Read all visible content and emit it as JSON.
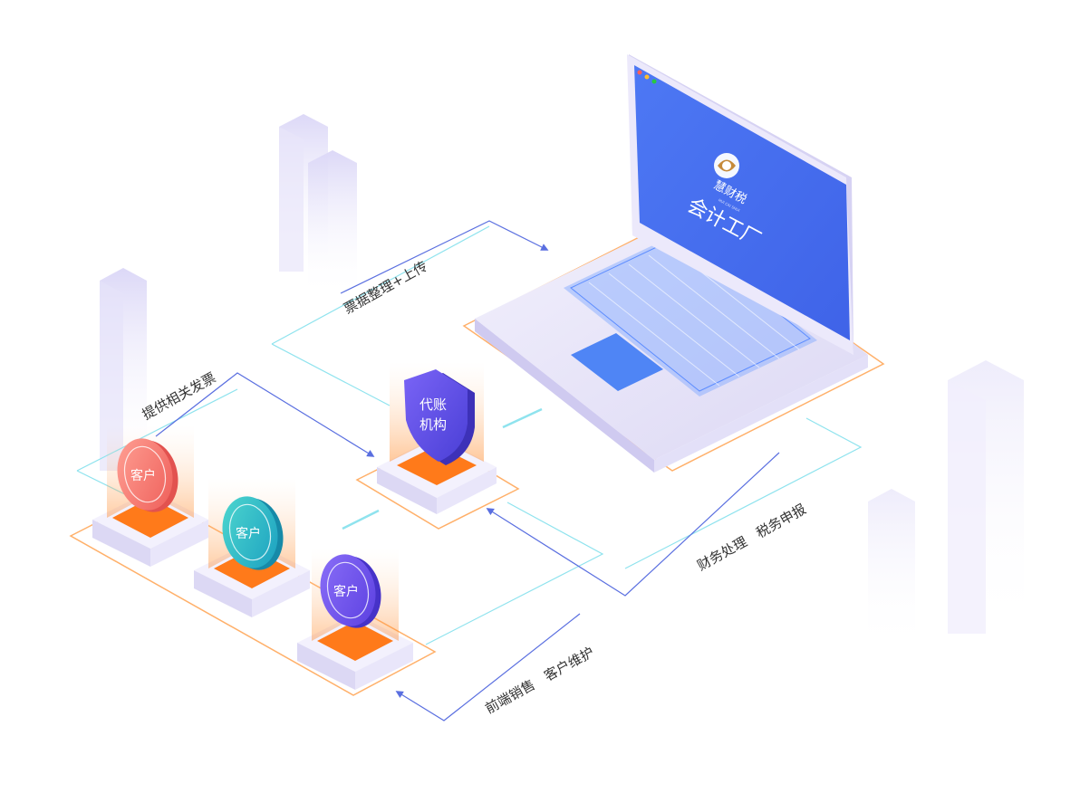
{
  "screen": {
    "app_name": "慧财税",
    "sub_logo_text": "HUI CAI SHUI",
    "title": "会计工厂"
  },
  "agency": {
    "label_line1": "代账",
    "label_line2": "机构"
  },
  "clients": [
    {
      "label": "客户",
      "color": "coral"
    },
    {
      "label": "客户",
      "color": "teal"
    },
    {
      "label": "客户",
      "color": "violet"
    }
  ],
  "flows": {
    "upload": "票据整理+上传",
    "provide_invoice": "提供相关发票",
    "finance_tax": "财务处理   税务申报",
    "sales_service": "前端销售   客户维护"
  },
  "colors": {
    "primary_blue": "#4a72f0",
    "orange": "#ff7a1a",
    "coral": "#f26a62",
    "teal": "#1bb6ae",
    "violet": "#6a4ef0",
    "cyan_line": "#7fe0ea",
    "arrow_blue": "#5a6fe0"
  }
}
